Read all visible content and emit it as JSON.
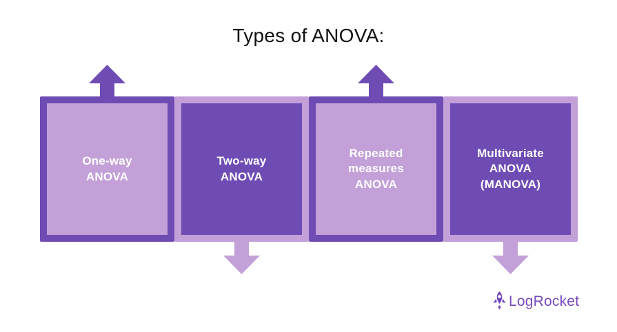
{
  "title": "Types of ANOVA:",
  "diagram": {
    "boxes": [
      {
        "label": "One-way\nANOVA",
        "variant": "light",
        "arrow": "up"
      },
      {
        "label": "Two-way\nANOVA",
        "variant": "dark",
        "arrow": "down"
      },
      {
        "label": "Repeated\nmeasures\nANOVA",
        "variant": "light",
        "arrow": "up"
      },
      {
        "label": "Multivariate\nANOVA\n(MANOVA)",
        "variant": "dark",
        "arrow": "down"
      }
    ]
  },
  "footer": {
    "brand": "LogRocket"
  },
  "colors": {
    "dark-purple": "#6e4cb4",
    "light-purple": "#c3a0d8",
    "brand-purple": "#764abc",
    "title-color": "#111111",
    "label-color": "#ffffff",
    "background": "#ffffff"
  }
}
